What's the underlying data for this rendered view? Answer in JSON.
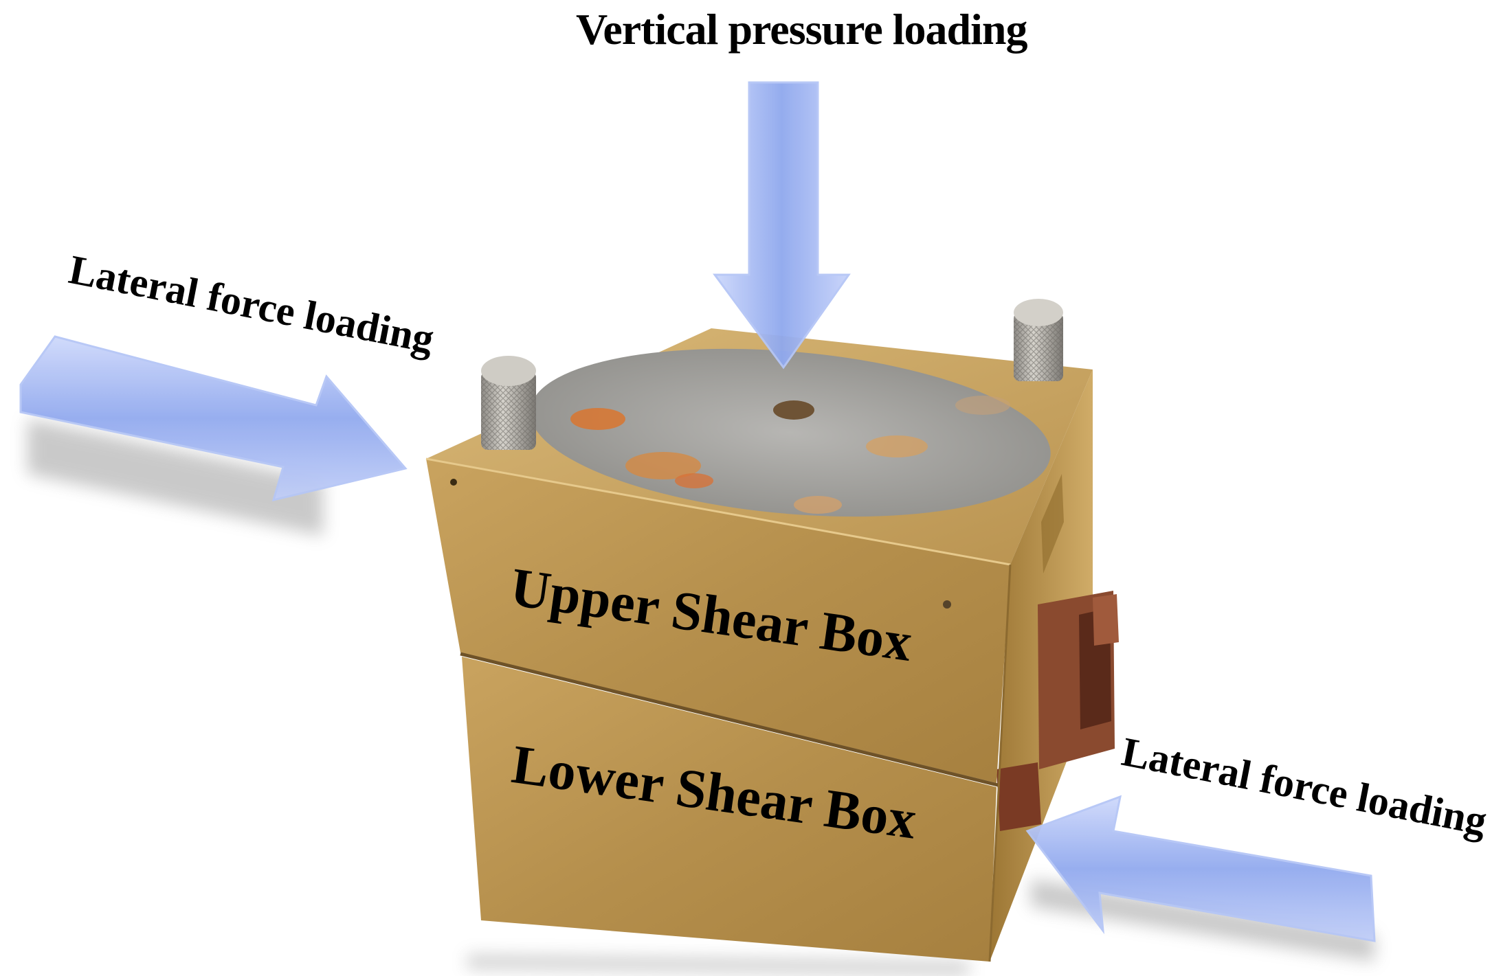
{
  "labels": {
    "vertical": "Vertical pressure loading",
    "lateral_left": "Lateral force loading",
    "lateral_right": "Lateral force loading",
    "upper_box": "Upper Shear Box",
    "lower_box": "Lower Shear Box"
  },
  "colors": {
    "arrow": "#9fb4f0",
    "brass": "#c19a55",
    "plate": "#a8a8a8",
    "rust": "#d27a3a",
    "copper": "#7a3a28"
  },
  "icons": [
    "arrow-down-icon",
    "arrow-right-icon",
    "arrow-left-icon",
    "knurled-knob-icon"
  ]
}
